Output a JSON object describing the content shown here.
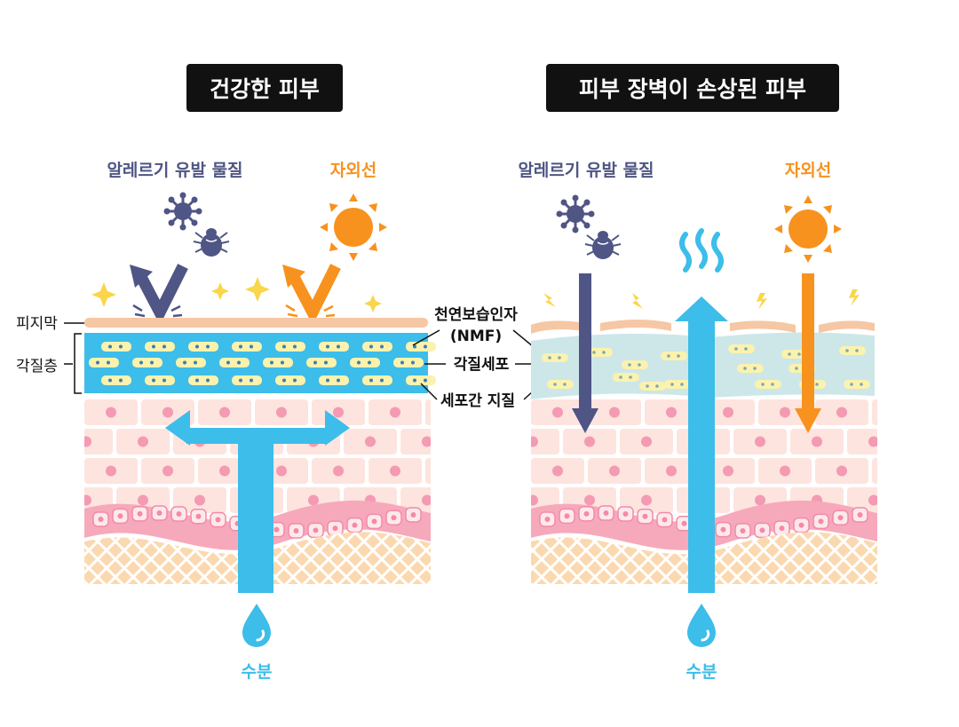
{
  "titles": {
    "healthy": "건강한 피부",
    "damaged": "피부 장벽이 손상된 피부"
  },
  "labels": {
    "allergen": "알레르기 유발 물질",
    "uv": "자외선",
    "water": "수분",
    "sebum": "피지막",
    "stratum": "각질층",
    "nmf_line1": "천연보습인자",
    "nmf_line2": "(NMF)",
    "corneocyte": "각질세포",
    "intercellular": "세포간 지질"
  },
  "colors": {
    "title_bg": "#111111",
    "allergen": "#4f5584",
    "uv": "#f7921e",
    "water": "#3dbde9",
    "sebum": "#f6c7a4",
    "stratum_healthy": "#3dbde9",
    "stratum_damaged": "#cde7e9",
    "cell": "#fbf2ad",
    "brick": "#fde4df",
    "nucleus": "#f49ab3",
    "membrane": "#f7a9bc",
    "dermis": "#fbd9b0"
  },
  "icons": [
    "virus-icon",
    "mite-icon",
    "sun-icon",
    "sparkle-icon",
    "lightning-icon",
    "water-drop-icon",
    "vapor-icon"
  ]
}
